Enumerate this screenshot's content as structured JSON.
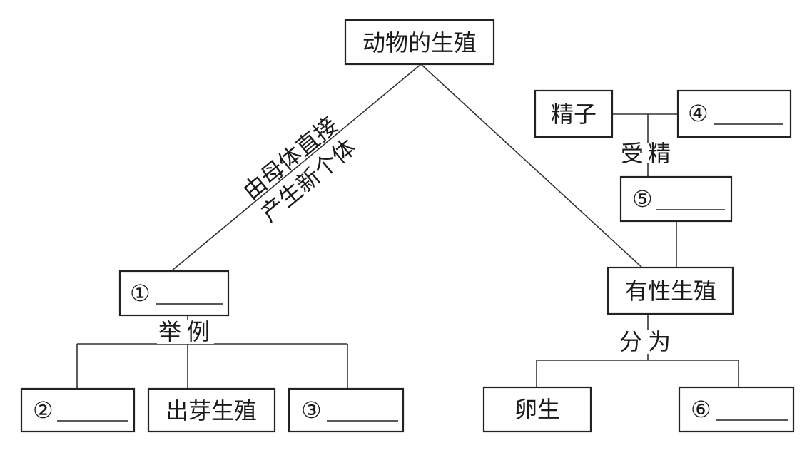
{
  "root": "动物的生殖",
  "left_branch_label": [
    "由母体直接",
    "产生新个体"
  ],
  "asexual": {
    "label": "①",
    "example_label": "举例",
    "children": [
      "②",
      "出芽生殖",
      "③"
    ]
  },
  "sexual": {
    "label": "有性生殖",
    "sperm": "精子",
    "egg_blank": "④",
    "fertilization_label": "受精",
    "zygote_blank": "⑤",
    "divide_label": "分为",
    "children": [
      "卵生",
      "⑥"
    ]
  }
}
